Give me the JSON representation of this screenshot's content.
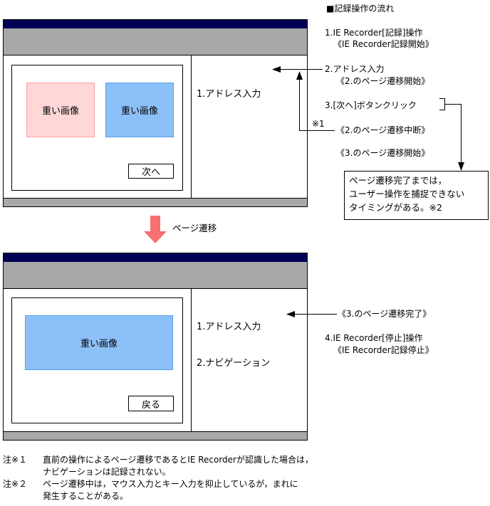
{
  "flow": {
    "heading": "■記録操作の流れ",
    "step1": "1.IE Recorder[記録]操作",
    "step1_sub": "《IE Recorder記録開始》",
    "step2": "2.アドレス入力",
    "step2_sub": "《2.のページ遷移開始》",
    "step3": "3.[次へ]ボタンクリック",
    "mark1": "※1",
    "step3_sub1": "《2.のページ遷移中断》",
    "step3_sub2": "《3.のページ遷移開始》",
    "step3_done": "《3.のページ遷移完了》",
    "step4": "4.IE Recorder[停止]操作",
    "step4_sub": "《IE Recorder記録停止》",
    "callout": "ページ遷移完了までは，\nユーザー操作を捕捉できない\nタイミングがある。※2"
  },
  "transition": {
    "label": "ページ遷移",
    "arrow_color": "#f87070"
  },
  "window1": {
    "images": [
      "重い画像",
      "重い画像"
    ],
    "button": "次へ",
    "log": [
      "1.アドレス入力"
    ]
  },
  "window2": {
    "images": [
      "重い画像"
    ],
    "button": "戻る",
    "log": [
      "1.アドレス入力",
      "2.ナビゲーション"
    ]
  },
  "notes": [
    {
      "label": "注※１",
      "text": "直前の操作によるページ遷移であるとIE Recorderが認識した場合は，\nナビゲーションは記録されない。"
    },
    {
      "label": "注※２",
      "text": "ページ遷移中は，マウス入力とキー入力を抑止しているが，まれに\n発生することがある。"
    }
  ],
  "colors": {
    "titlebar": "#000055",
    "toolbar": "#a8a8a8",
    "image_pink": "#ffd7d7",
    "image_blue": "#8cc0f8"
  }
}
